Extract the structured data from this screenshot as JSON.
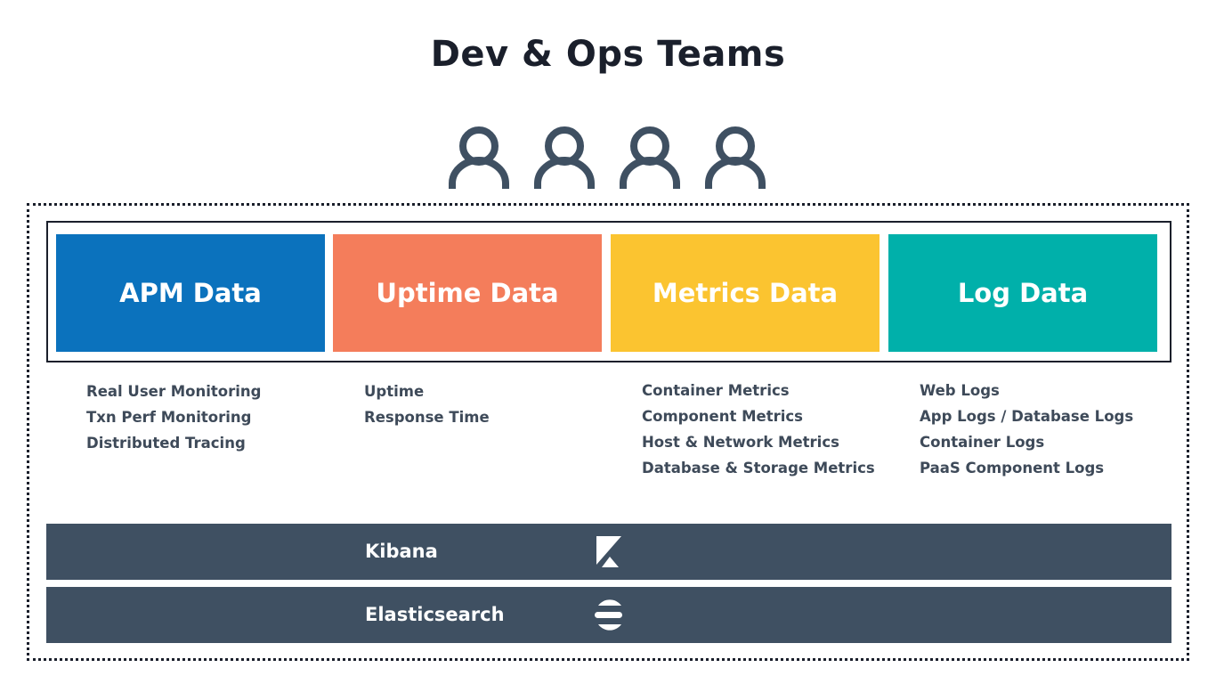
{
  "title": "Dev & Ops Teams",
  "people_icon": "person-icon",
  "people_count": 4,
  "colors": {
    "apm": "#0b72bd",
    "uptime": "#f47d5b",
    "metrics": "#fbc430",
    "logs": "#00b0aa",
    "stack_bar": "#3f5062",
    "list_text": "#3e4a59"
  },
  "tiles": [
    {
      "label": "APM Data"
    },
    {
      "label": "Uptime Data"
    },
    {
      "label": "Metrics Data"
    },
    {
      "label": "Log Data"
    }
  ],
  "lists": {
    "apm": [
      "Real User Monitoring",
      "Txn Perf Monitoring",
      "Distributed Tracing"
    ],
    "uptime": [
      "Uptime",
      "Response Time"
    ],
    "metrics": [
      "Container Metrics",
      "Component Metrics",
      "Host & Network Metrics",
      "Database & Storage Metrics"
    ],
    "logs": [
      "Web Logs",
      "App Logs / Database Logs",
      "Container Logs",
      "PaaS Component Logs"
    ]
  },
  "stack": {
    "kibana": {
      "label": "Kibana",
      "icon": "kibana-logo-icon"
    },
    "elasticsearch": {
      "label": "Elasticsearch",
      "icon": "elasticsearch-logo-icon"
    }
  }
}
